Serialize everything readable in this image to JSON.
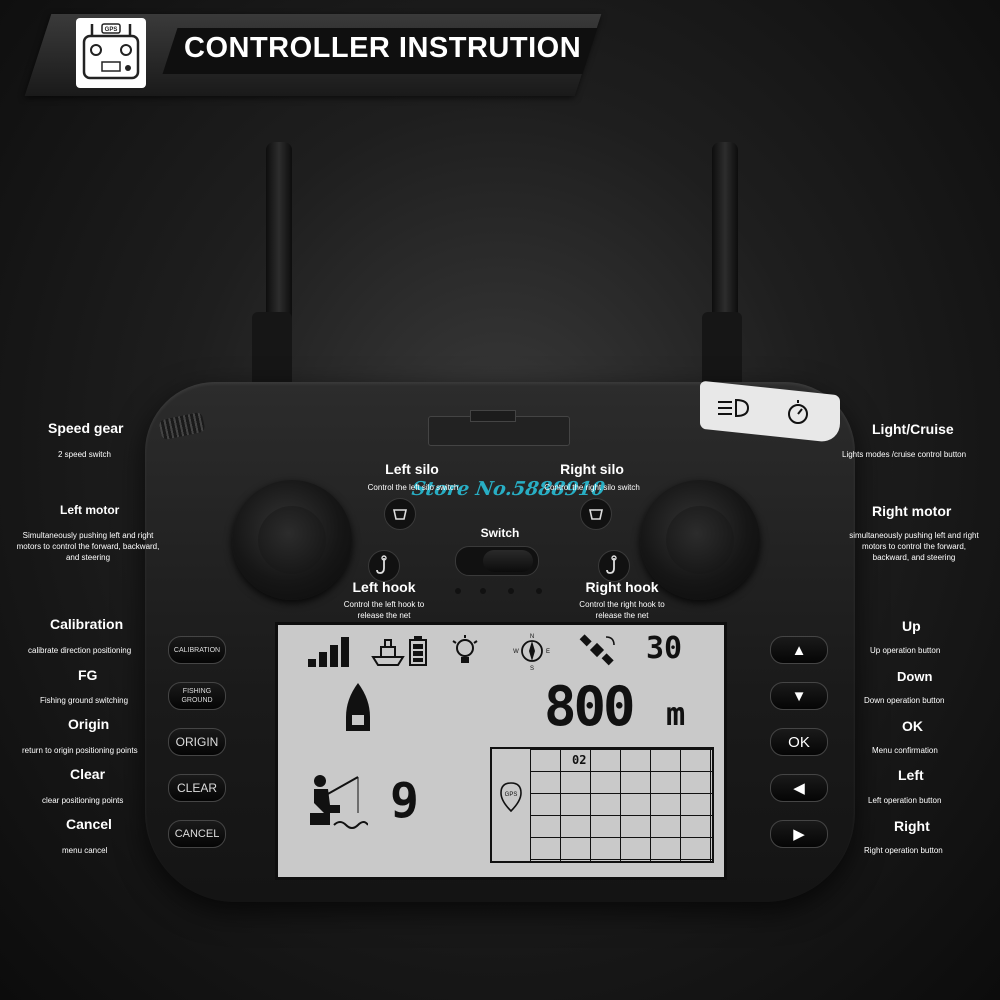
{
  "header": {
    "title": "CONTROLLER INSTRUTION",
    "logo_badge": "GPS"
  },
  "watermark": "Store No.5888910",
  "switch_label": "Switch",
  "left_buttons": [
    {
      "key": "calibration",
      "button_text": "CALIBRATION",
      "title": "Calibration",
      "desc": "calibrate direction positioning"
    },
    {
      "key": "fg",
      "button_text": "FISHING GROUND",
      "title": "FG",
      "desc": "Fishing ground switching"
    },
    {
      "key": "origin",
      "button_text": "ORIGIN",
      "title": "Origin",
      "desc": "return to origin positioning points"
    },
    {
      "key": "clear",
      "button_text": "CLEAR",
      "title": "Clear",
      "desc": "clear positioning points"
    },
    {
      "key": "cancel",
      "button_text": "CANCEL",
      "title": "Cancel",
      "desc": "menu cancel"
    }
  ],
  "right_buttons": [
    {
      "key": "up",
      "glyph": "▲",
      "title": "Up",
      "desc": "Up operation button"
    },
    {
      "key": "down",
      "glyph": "▼",
      "title": "Down",
      "desc": "Down operation button"
    },
    {
      "key": "ok",
      "glyph": "OK",
      "title": "OK",
      "desc": "Menu confirmation"
    },
    {
      "key": "left",
      "glyph": "◀",
      "title": "Left",
      "desc": "Left operation button"
    },
    {
      "key": "right",
      "glyph": "▶",
      "title": "Right",
      "desc": "Right operation button"
    }
  ],
  "features": {
    "speed_gear": {
      "title": "Speed gear",
      "desc": "2 speed switch"
    },
    "light_cruise": {
      "title": "Light/Cruise",
      "desc": "Lights modes /cruise control button"
    },
    "left_motor": {
      "title": "Left motor",
      "desc": "Simultaneously pushing left and right motors to control the forward, backward, and steering"
    },
    "right_motor": {
      "title": "Right motor",
      "desc": "simultaneously pushing left and right motors to control the forward, backward, and steering"
    },
    "left_silo": {
      "title": "Left silo",
      "desc": "Control the left silo switch"
    },
    "right_silo": {
      "title": "Right silo",
      "desc": "Control the right silo switch"
    },
    "left_hook": {
      "title": "Left hook",
      "desc": "Control the left hook to release the net"
    },
    "right_hook": {
      "title": "Right hook",
      "desc": "Control the right hook to release the net"
    }
  },
  "lcd": {
    "satellites": "30",
    "distance": "800",
    "distance_unit": "m",
    "fishing_points": "9",
    "grid_label": "02",
    "gps_pin": "GPS",
    "compass": {
      "n": "N",
      "s": "S",
      "e": "E",
      "w": "W"
    },
    "signal_level": 1.0
  }
}
